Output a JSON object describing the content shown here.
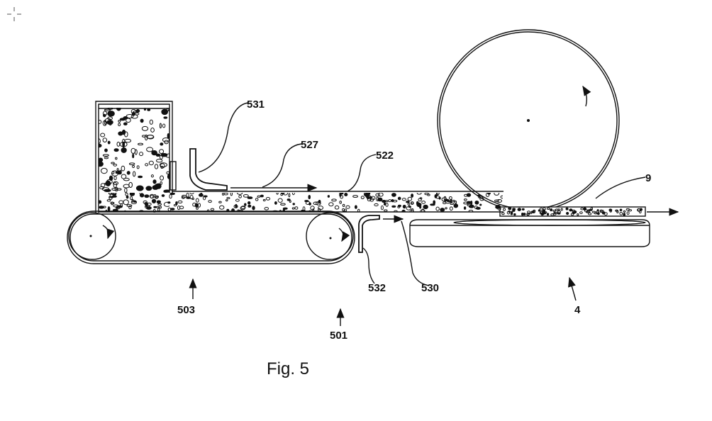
{
  "figure": {
    "caption": "Fig. 5",
    "labels": {
      "scraper_top": "531",
      "flow_arrow": "527",
      "layer": "522",
      "compressed_sheet": "9",
      "conveyor": "503",
      "apparatus": "501",
      "scraper_bottom": "532",
      "transfer_arrow": "530",
      "press_platform": "4"
    }
  },
  "colors": {
    "ink": "#111111",
    "background": "#ffffff"
  }
}
